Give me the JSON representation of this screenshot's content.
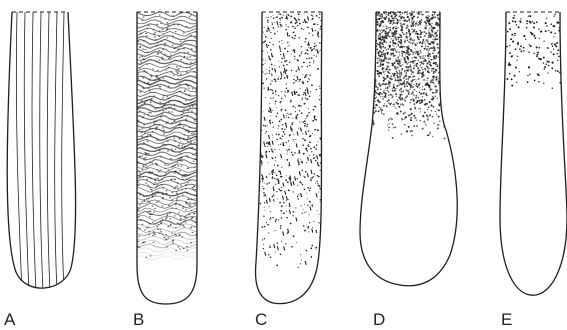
{
  "colors": {
    "ink": "#1e1e1e",
    "paper": "#ffffff"
  },
  "panels": [
    {
      "label": "A",
      "pattern": "longitudinal-lines"
    },
    {
      "label": "B",
      "pattern": "dense-wavy-striation"
    },
    {
      "label": "C",
      "pattern": "sparse-dotted-striation"
    },
    {
      "label": "D",
      "pattern": "dense-stipple-top-fading"
    },
    {
      "label": "E",
      "pattern": "sparse-dots-top"
    }
  ]
}
